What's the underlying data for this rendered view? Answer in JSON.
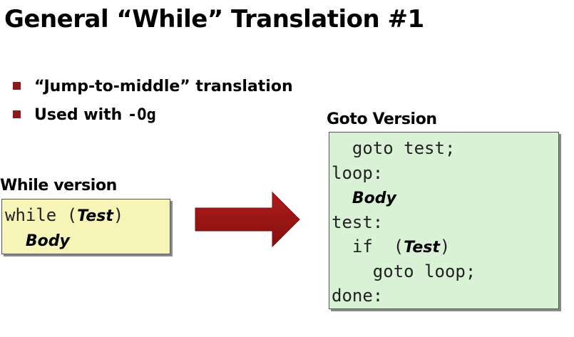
{
  "slide": {
    "title": "General “While” Translation #1"
  },
  "bullets": [
    {
      "text": "“Jump-to-middle” translation"
    },
    {
      "text_prefix": "Used with ",
      "code": "-Og"
    }
  ],
  "while_version": {
    "label": "While version",
    "lines": [
      {
        "keyword": "while",
        "open": " (",
        "test": "Test",
        "close": ")"
      },
      {
        "indent": "  ",
        "body": "Body"
      }
    ]
  },
  "goto_version": {
    "label": "Goto Version",
    "lines": [
      {
        "text": "  goto test;"
      },
      {
        "text": "loop:"
      },
      {
        "indent": "  ",
        "body": "Body"
      },
      {
        "text": "test:"
      },
      {
        "prefix": "  if  (",
        "test": "Test",
        "suffix": ")"
      },
      {
        "text": "    goto loop;"
      },
      {
        "text": "done:"
      }
    ]
  },
  "colors": {
    "bullet_marker": "#8b1a1a",
    "arrow_fill": "#9b1313",
    "while_box_bg": "#f7f4b7",
    "goto_box_bg": "#d9f2d6"
  },
  "icons": {
    "arrow": "right-arrow-icon",
    "bullet": "square-bullet-icon"
  }
}
